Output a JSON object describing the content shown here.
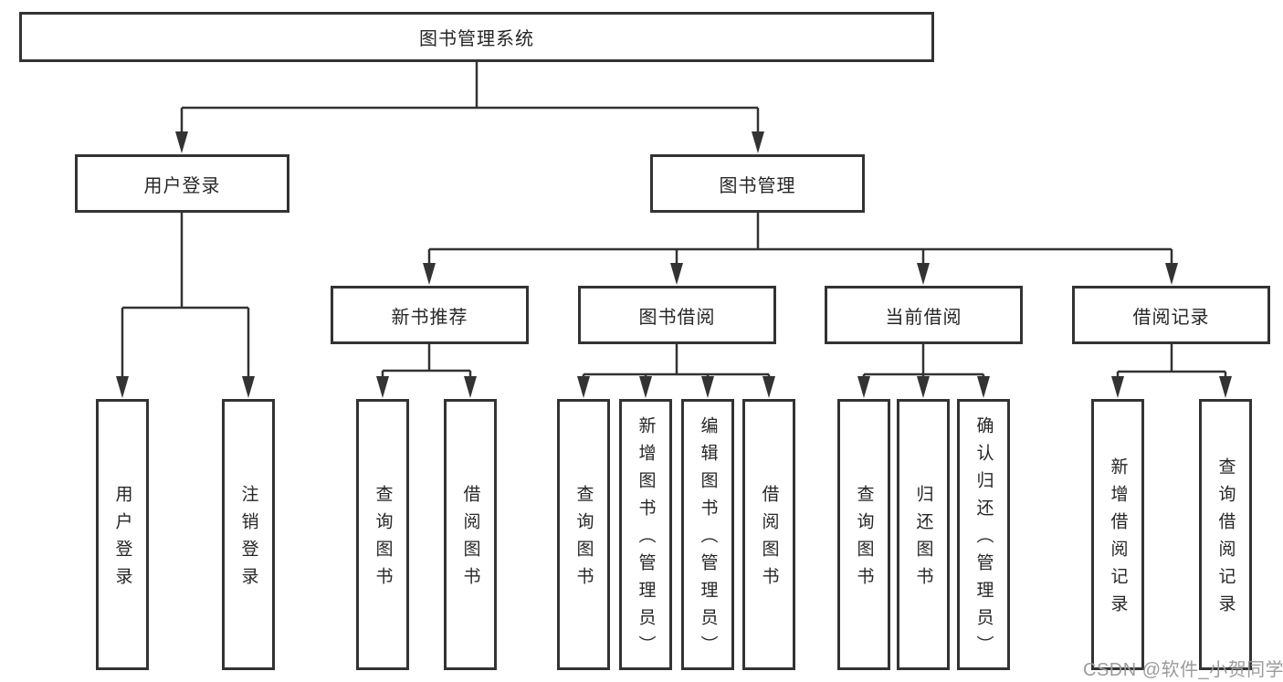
{
  "colors": {
    "line": "#333333",
    "box_border": "#333333",
    "box_fill": "#ffffff",
    "text": "#262626",
    "watermark": "#9c9c9c",
    "background": "#ffffff"
  },
  "watermark": "CSDN @软件_小贺同学",
  "tree": {
    "label": "图书管理系统",
    "children": [
      {
        "label": "用户登录",
        "children": [
          {
            "label": "用户登录"
          },
          {
            "label": "注销登录"
          }
        ]
      },
      {
        "label": "图书管理",
        "children": [
          {
            "label": "新书推荐",
            "children": [
              {
                "label": "查询图书"
              },
              {
                "label": "借阅图书"
              }
            ]
          },
          {
            "label": "图书借阅",
            "children": [
              {
                "label": "查询图书"
              },
              {
                "label": "新增图书（管理员）"
              },
              {
                "label": "编辑图书（管理员）"
              },
              {
                "label": "借阅图书"
              }
            ]
          },
          {
            "label": "当前借阅",
            "children": [
              {
                "label": "查询图书"
              },
              {
                "label": "归还图书"
              },
              {
                "label": "确认归还（管理员）"
              }
            ]
          },
          {
            "label": "借阅记录",
            "children": [
              {
                "label": "新增借阅记录"
              },
              {
                "label": "查询借阅记录"
              }
            ]
          }
        ]
      }
    ]
  }
}
